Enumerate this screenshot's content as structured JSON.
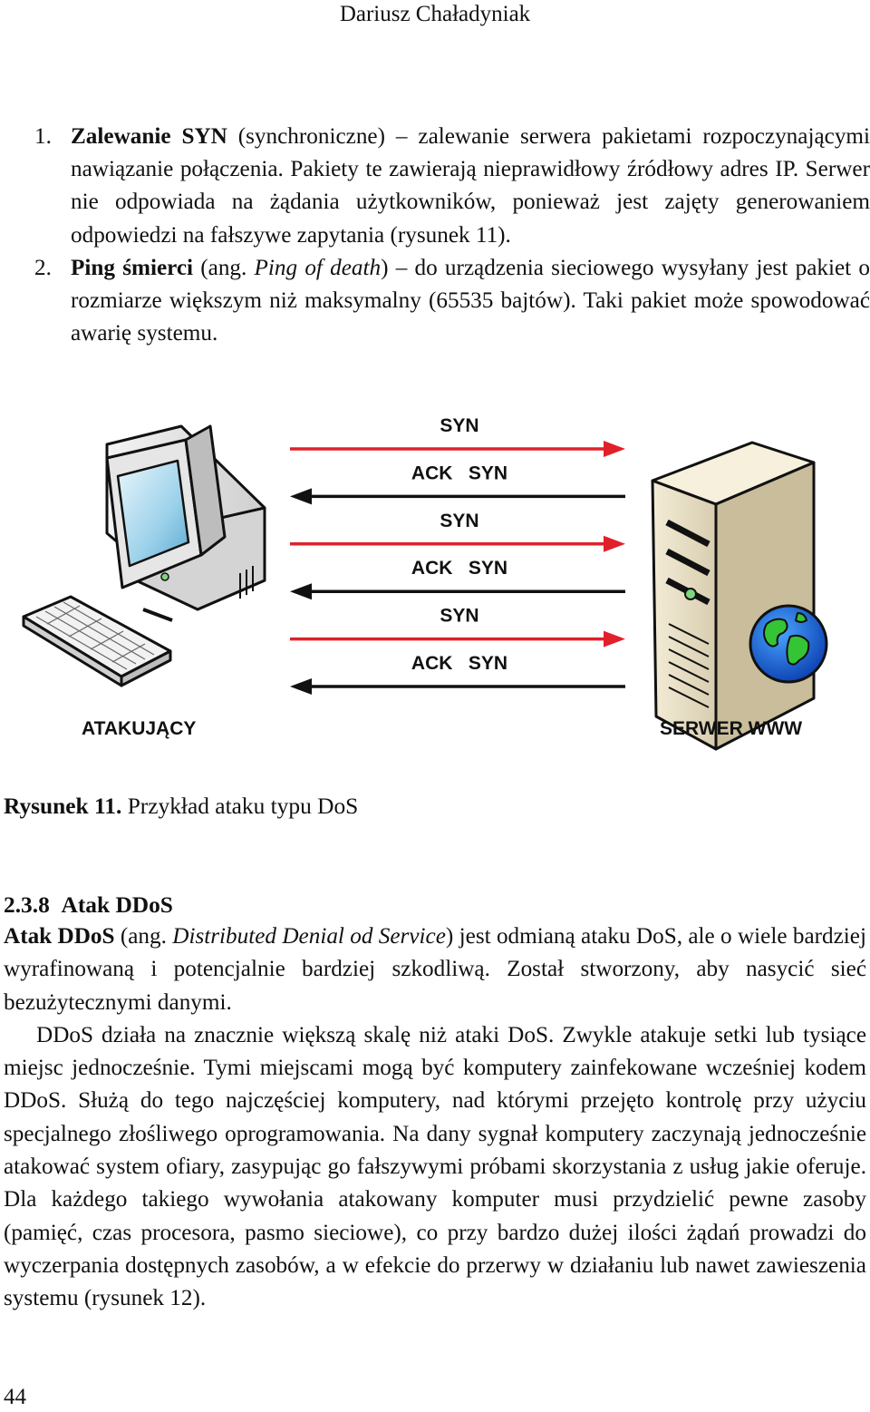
{
  "header": {
    "author": "Dariusz Chaładyniak"
  },
  "list": [
    {
      "number": "1.",
      "term": "Zalewanie SYN",
      "text": " (synchroniczne) – zalewanie serwera pakietami rozpoczynającymi nawiązanie połączenia. Pakiety te zawierają nieprawidłowy źródłowy adres IP. Serwer nie odpowiada na żądania użytkowników, ponieważ jest zajęty generowaniem odpowiedzi na fałszywe zapytania (rysunek 11)."
    },
    {
      "number": "2.",
      "term": "Ping śmierci",
      "text_a": " (ang. ",
      "text_italic": "Ping of death",
      "text_b": ") – do urządzenia sieciowego wysyłany jest pakiet o rozmiarze większym niż maksymalny (65535 bajtów). Taki pakiet może spowodować awarię systemu."
    }
  ],
  "figure": {
    "arrows": [
      {
        "label": "SYN",
        "direction": "right"
      },
      {
        "label": "ACK   SYN",
        "direction": "left"
      },
      {
        "label": "SYN",
        "direction": "right"
      },
      {
        "label": "ACK   SYN",
        "direction": "left"
      },
      {
        "label": "SYN",
        "direction": "right"
      },
      {
        "label": "ACK   SYN",
        "direction": "left"
      }
    ],
    "left_label": "ATAKUJĄCY",
    "right_label": "SERWER WWW",
    "colors": {
      "syn_arrow": "#e0202a",
      "ack_arrow": "#111111"
    },
    "icons": {
      "left": "desktop-computer-icon",
      "right": "web-server-globe-icon"
    }
  },
  "caption": {
    "prefix": "Rysunek 11.",
    "text": " Przykład ataku typu DoS"
  },
  "section": {
    "number": "2.3.8",
    "title": "Atak DDoS"
  },
  "body": {
    "p1_term": "Atak DDoS",
    "p1_a": " (ang. ",
    "p1_italic": "Distributed Denial od Service",
    "p1_b": ") jest odmianą ataku DoS, ale o wiele bardziej wyrafinowaną i potencjalnie bardziej szkodliwą. Został stworzony, aby nasycić sieć bezużytecznymi danymi.",
    "p2": "DDoS działa na znacznie większą skalę niż ataki DoS. Zwykle atakuje setki lub tysiące miejsc jednocześnie. Tymi miejscami mogą być komputery zainfekowane wcześniej kodem DDoS. Służą do tego najczęściej komputery, nad którymi przejęto kontrolę przy użyciu specjalnego złośliwego oprogramowania. Na dany sygnał komputery zaczynają jednocześnie atakować system ofiary, zasypując go fałszywymi próbami skorzystania z usług jakie oferuje. Dla każdego takiego wywołania atakowany komputer musi przydzielić pewne zasoby (pamięć, czas procesora, pasmo sieciowe), co przy bardzo dużej ilości żądań prowadzi do wyczerpania dostępnych zasobów, a w efekcie do przerwy w działaniu lub nawet zawieszenia systemu (rysunek 12)."
  },
  "page_number": "44"
}
